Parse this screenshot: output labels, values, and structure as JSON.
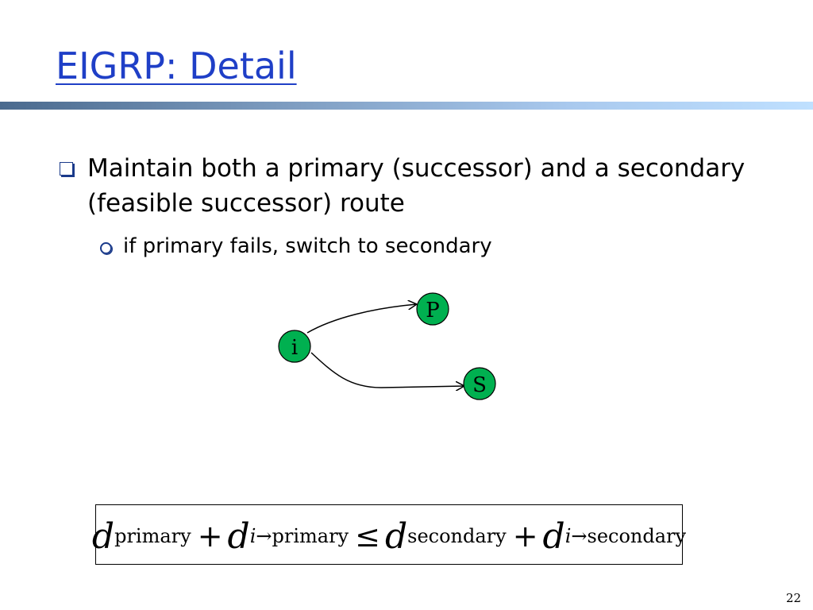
{
  "slide": {
    "title": "EIGRP: Detail",
    "bullet1": "Maintain both a primary (successor) and a secondary (feasible successor) route",
    "bullet2": "if primary fails, switch to secondary",
    "page_number": "22"
  },
  "graph": {
    "nodes": {
      "i": "i",
      "p": "P",
      "s": "S"
    },
    "node_color": "#00b050"
  },
  "formula": {
    "d": "d",
    "sub_primary": "primary",
    "plus": "+",
    "sub_i": "i",
    "arrow": "→",
    "leq": "≤",
    "sub_secondary": "secondary"
  },
  "colors": {
    "title": "#1f3fc7",
    "accent": "#1a3a8a"
  }
}
